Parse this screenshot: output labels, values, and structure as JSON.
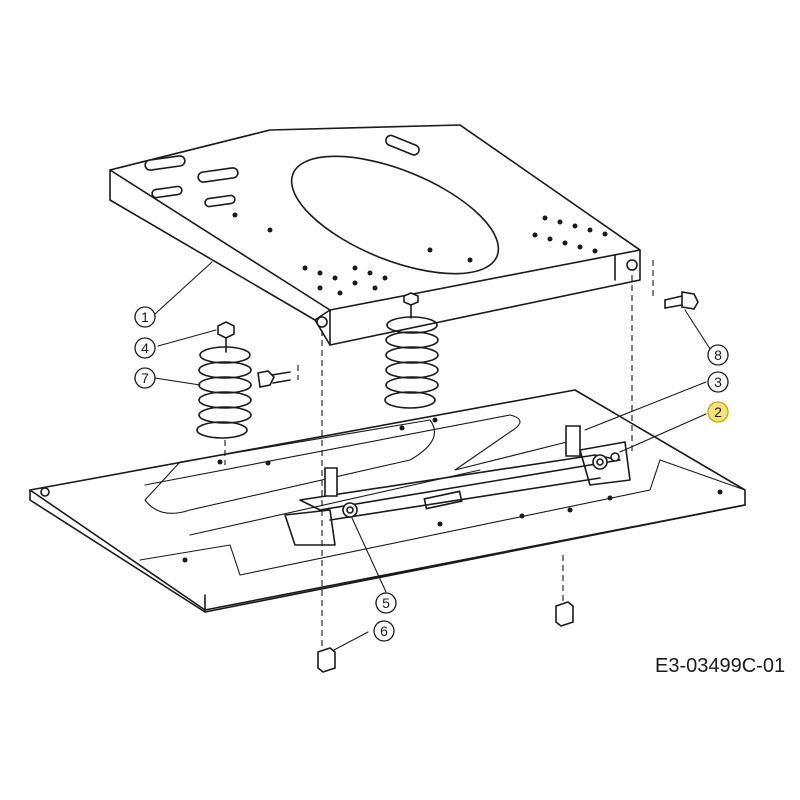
{
  "diagram": {
    "drawing_code": "E3-03499C-01",
    "callouts": [
      {
        "label": "1",
        "highlighted": false
      },
      {
        "label": "2",
        "highlighted": true
      },
      {
        "label": "3",
        "highlighted": false
      },
      {
        "label": "4",
        "highlighted": false
      },
      {
        "label": "5",
        "highlighted": false
      },
      {
        "label": "6",
        "highlighted": false
      },
      {
        "label": "7",
        "highlighted": false
      },
      {
        "label": "8",
        "highlighted": false
      }
    ],
    "colors": {
      "line": "#1a1a1a",
      "highlight": "#f5e27a",
      "background": "#ffffff"
    }
  }
}
